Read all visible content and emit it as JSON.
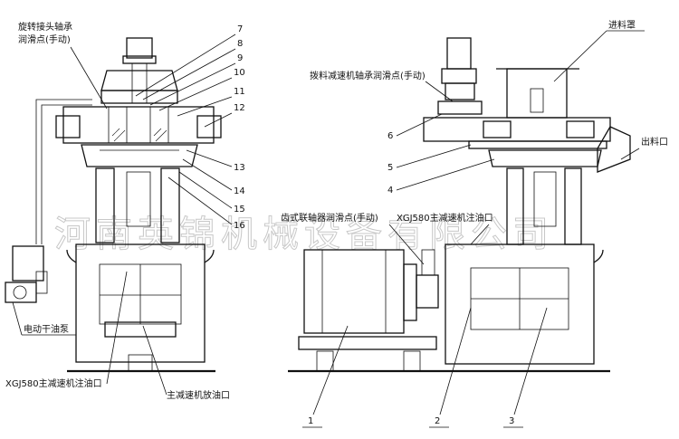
{
  "watermark": "河南英锦机械设备有限公司",
  "left_view": {
    "labels": {
      "rotary_joint_line1": "旋转接头轴承",
      "rotary_joint_line2": "润滑点(手动)",
      "electric_oil_pump": "电动干油泵",
      "gearbox_fill": "XGJ580主减速机注油口",
      "gearbox_drain": "主减速机放油口"
    },
    "numbers": [
      "7",
      "8",
      "9",
      "10",
      "11",
      "12",
      "13",
      "14",
      "15",
      "16"
    ]
  },
  "right_view": {
    "labels": {
      "feed_hood": "进料罩",
      "dial_reducer_lube": "拨料减速机轴承润滑点(手动)",
      "discharge": "出料口",
      "coupling_lube": "齿式联轴器润滑点(手动)",
      "gearbox_fill": "XGJ580主减速机注油口"
    },
    "numbers": [
      "6",
      "5",
      "4"
    ],
    "bottom_numbers": [
      "1",
      "2",
      "3"
    ]
  }
}
